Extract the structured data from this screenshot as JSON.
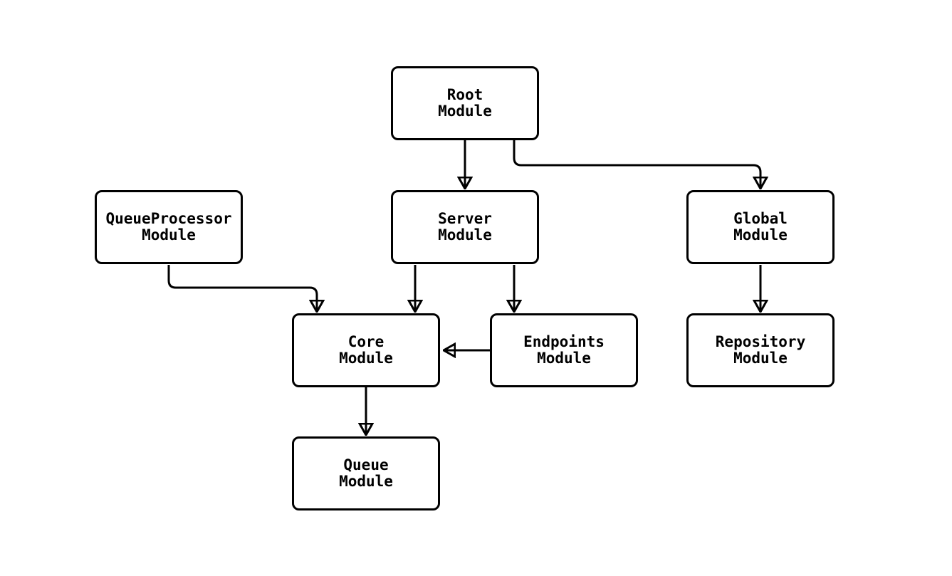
{
  "diagram": {
    "type": "flowchart",
    "background_color": "#ffffff",
    "node_fill_color": "#ffffff",
    "node_border_color": "#000000",
    "edge_color": "#000000",
    "text_color": "#000000",
    "nodes": [
      {
        "id": "root",
        "line1": "Root",
        "line2": "Module"
      },
      {
        "id": "queueprocessor",
        "line1": "QueueProcessor",
        "line2": "Module"
      },
      {
        "id": "server",
        "line1": "Server",
        "line2": "Module"
      },
      {
        "id": "global",
        "line1": "Global",
        "line2": "Module"
      },
      {
        "id": "core",
        "line1": "Core",
        "line2": "Module"
      },
      {
        "id": "endpoints",
        "line1": "Endpoints",
        "line2": "Module"
      },
      {
        "id": "repository",
        "line1": "Repository",
        "line2": "Module"
      },
      {
        "id": "queue",
        "line1": "Queue",
        "line2": "Module"
      }
    ],
    "edges": [
      {
        "from": "root",
        "to": "server"
      },
      {
        "from": "root",
        "to": "global"
      },
      {
        "from": "queueprocessor",
        "to": "core"
      },
      {
        "from": "server",
        "to": "core"
      },
      {
        "from": "server",
        "to": "endpoints"
      },
      {
        "from": "endpoints",
        "to": "core"
      },
      {
        "from": "global",
        "to": "repository"
      },
      {
        "from": "core",
        "to": "queue"
      }
    ]
  }
}
